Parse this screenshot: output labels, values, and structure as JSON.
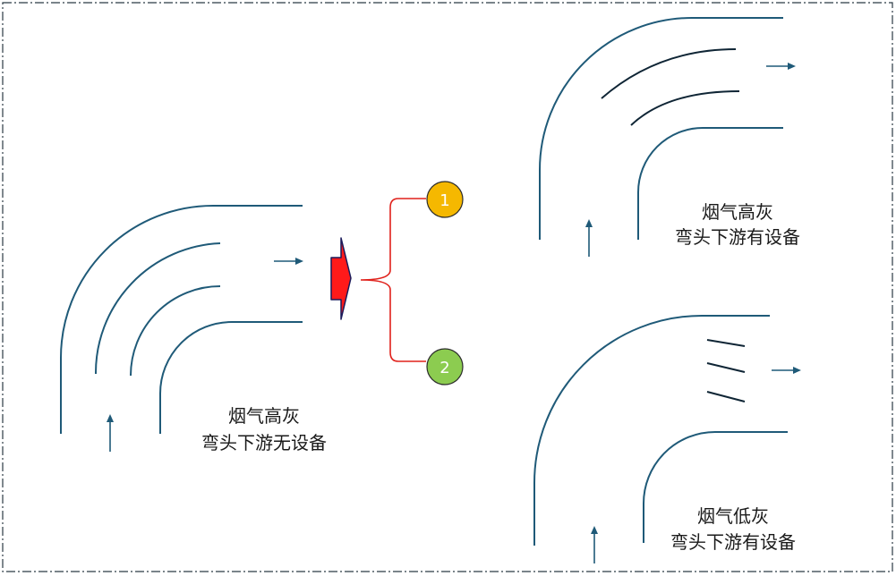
{
  "scenario_left": {
    "line1": "烟气高灰",
    "line2": "弯头下游无设备"
  },
  "scenario_top_right": {
    "line1": "烟气高灰",
    "line2": "弯头下游有设备"
  },
  "scenario_bottom_right": {
    "line1": "烟气低灰",
    "line2": "弯头下游有设备"
  },
  "options": [
    {
      "number": "1",
      "color": "#f5b800"
    },
    {
      "number": "2",
      "color": "#8ccc50"
    }
  ],
  "colors": {
    "duct": "#1f5a78",
    "arrow": "#ff1a1a",
    "brace": "#e0201a"
  }
}
